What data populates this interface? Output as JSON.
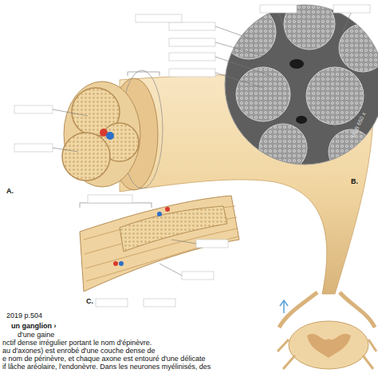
{
  "diagram": {
    "labels": [
      "A.",
      "B.",
      "C.",
      "MEB 650 x",
      "2019 p.504",
      "un ganglion ›",
      "d'une gaine",
      "nctif dense irrégulier portant le nom d'épinèvre.",
      "au d'axones) est enrobé d'une couche dense de",
      "e nom de périnèvre, et chaque axone est entouré d'une délicate",
      "if lâche aréolaire, l'endonèvre. Dans les neurones myélinisés, des"
    ]
  }
}
